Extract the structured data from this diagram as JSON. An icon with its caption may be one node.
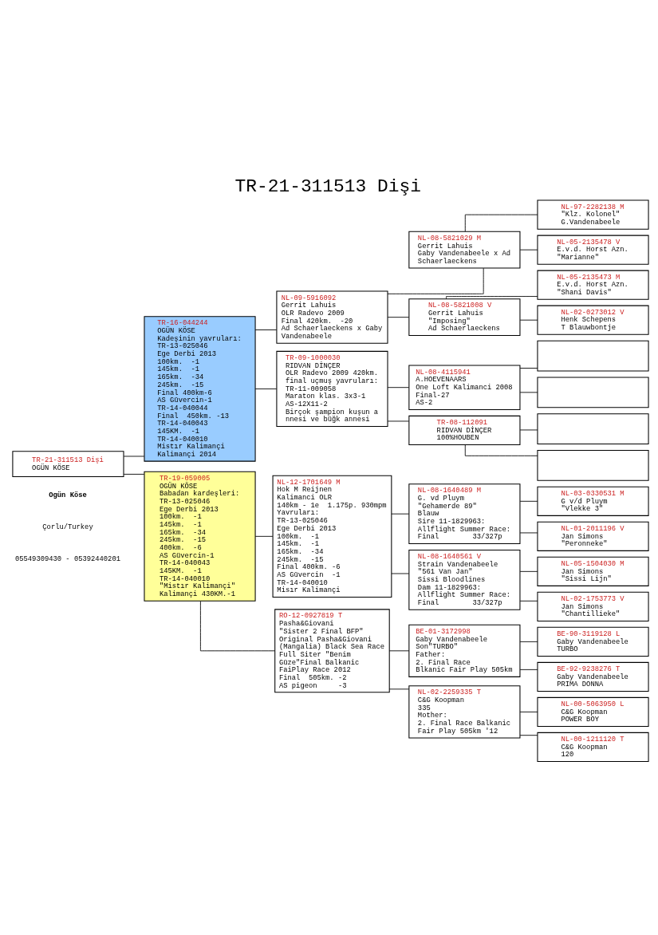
{
  "diagram": {
    "title": "TR-21-311513 Dişi",
    "nodes": [
      {
        "text": [
          "TR-21-311513 Dişi",
          "OGÜN KÖSE"
        ]
      },
      {
        "text": [
          "TR-16-044244",
          "OGÜN KÖSE",
          "Kadeşinin yavruları:",
          "TR-13-025046",
          "Ege Derbi 2013",
          "100km.  -1",
          "145km.  -1",
          "165km.  -34",
          "245km.  -15",
          "Final 400km-6",
          "AS Güvercin-1",
          "TR-14-040044",
          "Final  450km. -13",
          "TR-14-040043",
          "145KM.  -1",
          "TR-14-040010",
          "Mistır Kalimançi",
          "Kalimançi 2014"
        ]
      },
      {
        "text": [
          "TR-19-059005",
          "OGÜN KÖSE",
          "Babadan kardeşleri:",
          "TR-13-025046",
          "Ege Derbi 2013",
          "100km.  -1",
          "145km.  -1",
          "165km.  -34",
          "245km.  -15",
          "400km.  -6",
          "AS Güvercin-1",
          "TR-14-040043",
          "145KM.  -1",
          "TR-14-040010",
          "\"Mistır Kalimançi\"",
          "Kalimançi 430KM.-1"
        ]
      },
      {
        "text": [
          "NL-09-5916092",
          "Gerrit Lahuis",
          "OLR Radevo 2009",
          "Final 420km.  -20",
          "Ad Schaerlaeckens x Gaby Vandenabeele"
        ]
      },
      {
        "text": [
          "TR-09-1000030",
          "RIDVAN DİNÇER",
          "OLR Radevo 2009 420km. final uçmuş yavruları:",
          "TR-11-009058",
          "Maraton klas. 3x3-1",
          "AS-12X11-2",
          "Birçok şampion kuşun a nnesi ve büğk annesi"
        ]
      },
      {
        "text": [
          "NL-12-1701649 M",
          "Hok M Reijnen",
          "Kalimanci OLR",
          "140km - 1e  1.175p. 930mpm",
          "Yavruları:",
          "TR-13-025046",
          "Ege Derbi 2013",
          "100km.  -1",
          "145km.  -1",
          "165km.  -34",
          "245km.  -15",
          "Final 400km. -6",
          "AS Güvercin  -1",
          "TR-14-040010",
          "Misır Kalimançi"
        ]
      },
      {
        "text": [
          "RO-12-0927819 T",
          "Pasha&Giovani",
          "\"Sister 2 Final BFP\"",
          "Original Pasha&Giovani (Mangalia) Black Sea Race",
          "Full Siter \"Benim Güze\"Final Balkanic FaiPlay Race 2012",
          "Final  505km. -2",
          "AS pigeon     -3"
        ]
      },
      {
        "text": [
          "NL-08-5821029 M",
          "Gerrit Lahuis",
          "Gaby Vandenabeele x Ad Schaerlaeckens"
        ]
      },
      {
        "text": [
          "NL-08-5821008 V",
          "Gerrit Lahuis",
          "\"Imposing\"",
          "Ad Schaerlaeckens"
        ]
      },
      {
        "text": [
          "NL-08-4115941",
          "A.HOEVENAARS",
          "One Loft Kalimanci 2008 Final-27",
          "AS-2"
        ]
      },
      {
        "text": [
          "TR-08-112091",
          "RIDVAN DİNÇER",
          "100%HOUBEN"
        ]
      },
      {
        "text": [
          "NL-08-1640489 M",
          "G. vd Pluym",
          "\"Gehamerde 89\"",
          "Blauw",
          "Sire 11-1829963:",
          "Allflight Summer Race:",
          "Final        33/327p"
        ]
      },
      {
        "text": [
          "NL-08-1640561 V",
          "Strain Vandenabeele",
          "\"561 Van Jan\"",
          "Sissi Bloodlines",
          "Dam 11-1829963:",
          "Allflight Summer Race:",
          "Final        33/327p"
        ]
      },
      {
        "text": [
          "BE-01-3172998",
          "Gaby Vandenabeele",
          "Son\"TURBO\"",
          "Father:",
          "2. Final Race",
          "Blkanic Fair Play 505km"
        ]
      },
      {
        "text": [
          "NL-02-2259335 T",
          "C&G Koopman",
          "335",
          "Mother:",
          "2. Final Race Balkanic Fair Play 505km '12"
        ]
      },
      {
        "text": [
          "NL-97-2282138 M",
          "\"Klz. Kolonel\"",
          "G.Vandenabeele"
        ]
      },
      {
        "text": [
          "NL-05-2135478 V",
          "E.v.d. Horst Azn.",
          "\"Marianne\""
        ]
      },
      {
        "text": [
          "NL-05-2135473 M",
          "E.v.d. Horst Azn.",
          "\"Shani Davis\""
        ]
      },
      {
        "text": [
          "NL-02-0273012 V",
          "Henk Schepens",
          "T Blauwbontje"
        ]
      },
      {
        "text": [],
        "shape": "box"
      },
      {
        "text": [],
        "shape": "box"
      },
      {
        "text": [],
        "shape": "box"
      },
      {
        "text": [],
        "shape": "box"
      },
      {
        "text": [
          "NL-03-0330531 M",
          "G v/d Pluym",
          "\"Vlekke 3\""
        ]
      },
      {
        "text": [
          "NL-01-2011196 V",
          "Jan Simons",
          "\"Peronneke\""
        ]
      },
      {
        "text": [
          "NL-05-1504030 M",
          "Jan Simons",
          "\"Sissi Lijn\""
        ]
      },
      {
        "text": [
          "NL-02-1753773 V",
          "Jan Simons",
          "\"Chantillieke\""
        ]
      },
      {
        "text": [
          "BE-90-3119128 L",
          "Gaby Vandenabeele",
          "TURBO"
        ]
      },
      {
        "text": [
          "BE-92-9238276 T",
          "Gaby Vandenabeele",
          "PRIMA DONNA"
        ]
      },
      {
        "text": [
          "NL-00-5063950 L",
          "C&G Koopman",
          "POWER BOY"
        ]
      },
      {
        "text": [
          "NL-00-1211120 T",
          "C&G Koopman",
          "120"
        ]
      }
    ],
    "edges": [
      {
        "from": 0,
        "to": 1,
        "arrow": "none"
      },
      {
        "from": 0,
        "to": 2,
        "arrow": "none"
      },
      {
        "from": 1,
        "to": 3,
        "arrow": "none"
      },
      {
        "from": 1,
        "to": 4,
        "arrow": "none"
      },
      {
        "from": 2,
        "to": 5,
        "arrow": "none"
      },
      {
        "from": 2,
        "to": 6,
        "arrow": "none"
      },
      {
        "from": 3,
        "to": 7,
        "arrow": "none"
      },
      {
        "from": 3,
        "to": 8,
        "arrow": "none"
      },
      {
        "from": 4,
        "to": 9,
        "arrow": "none"
      },
      {
        "from": 4,
        "to": 10,
        "arrow": "none"
      },
      {
        "from": 5,
        "to": 11,
        "arrow": "none"
      },
      {
        "from": 5,
        "to": 12,
        "arrow": "none"
      },
      {
        "from": 6,
        "to": 13,
        "arrow": "none"
      },
      {
        "from": 6,
        "to": 14,
        "arrow": "none"
      },
      {
        "from": 7,
        "to": 15,
        "arrow": "none"
      },
      {
        "from": 7,
        "to": 16,
        "arrow": "none"
      },
      {
        "from": 8,
        "to": 17,
        "arrow": "none"
      },
      {
        "from": 8,
        "to": 18,
        "arrow": "none"
      },
      {
        "from": 9,
        "to": 19,
        "arrow": "none"
      },
      {
        "from": 9,
        "to": 20,
        "arrow": "none"
      },
      {
        "from": 10,
        "to": 21,
        "arrow": "none"
      },
      {
        "from": 10,
        "to": 22,
        "arrow": "none"
      },
      {
        "from": 11,
        "to": 23,
        "arrow": "none"
      },
      {
        "from": 11,
        "to": 24,
        "arrow": "none"
      },
      {
        "from": 12,
        "to": 25,
        "arrow": "none"
      },
      {
        "from": 12,
        "to": 26,
        "arrow": "none"
      },
      {
        "from": 13,
        "to": 27,
        "arrow": "none"
      },
      {
        "from": 13,
        "to": 28,
        "arrow": "none"
      },
      {
        "from": 14,
        "to": 29,
        "arrow": "none"
      },
      {
        "from": 14,
        "to": 30,
        "arrow": "none"
      }
    ],
    "labels": [
      "Ogün Köse",
      "Çorlu/Turkey",
      "05549309430 - 05392440201"
    ]
  }
}
